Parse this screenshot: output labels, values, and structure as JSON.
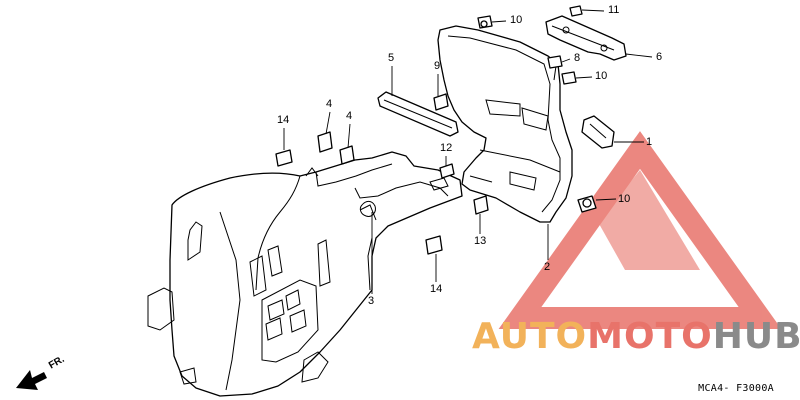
{
  "diagram": {
    "callouts": [
      {
        "id": "c10a",
        "text": "10"
      },
      {
        "id": "c11",
        "text": "11"
      },
      {
        "id": "c8",
        "text": "8"
      },
      {
        "id": "c10b",
        "text": "10"
      },
      {
        "id": "c6",
        "text": "6"
      },
      {
        "id": "c5",
        "text": "5"
      },
      {
        "id": "c9",
        "text": "9"
      },
      {
        "id": "c4a",
        "text": "4"
      },
      {
        "id": "c4b",
        "text": "4"
      },
      {
        "id": "c14a",
        "text": "14"
      },
      {
        "id": "c12",
        "text": "12"
      },
      {
        "id": "c1",
        "text": "1"
      },
      {
        "id": "c10c",
        "text": "10"
      },
      {
        "id": "c13",
        "text": "13"
      },
      {
        "id": "c2",
        "text": "2"
      },
      {
        "id": "c3",
        "text": "3"
      },
      {
        "id": "c14b",
        "text": "14"
      }
    ],
    "direction_label": "FR.",
    "diagram_code": "MCA4- F3000A"
  },
  "watermark": {
    "part1": "AUTO",
    "part2": "MOTO",
    "part3": "HUB",
    "color_orange": "#f2b25a",
    "color_red": "#e8736a",
    "color_gray": "#8a8a8a"
  }
}
